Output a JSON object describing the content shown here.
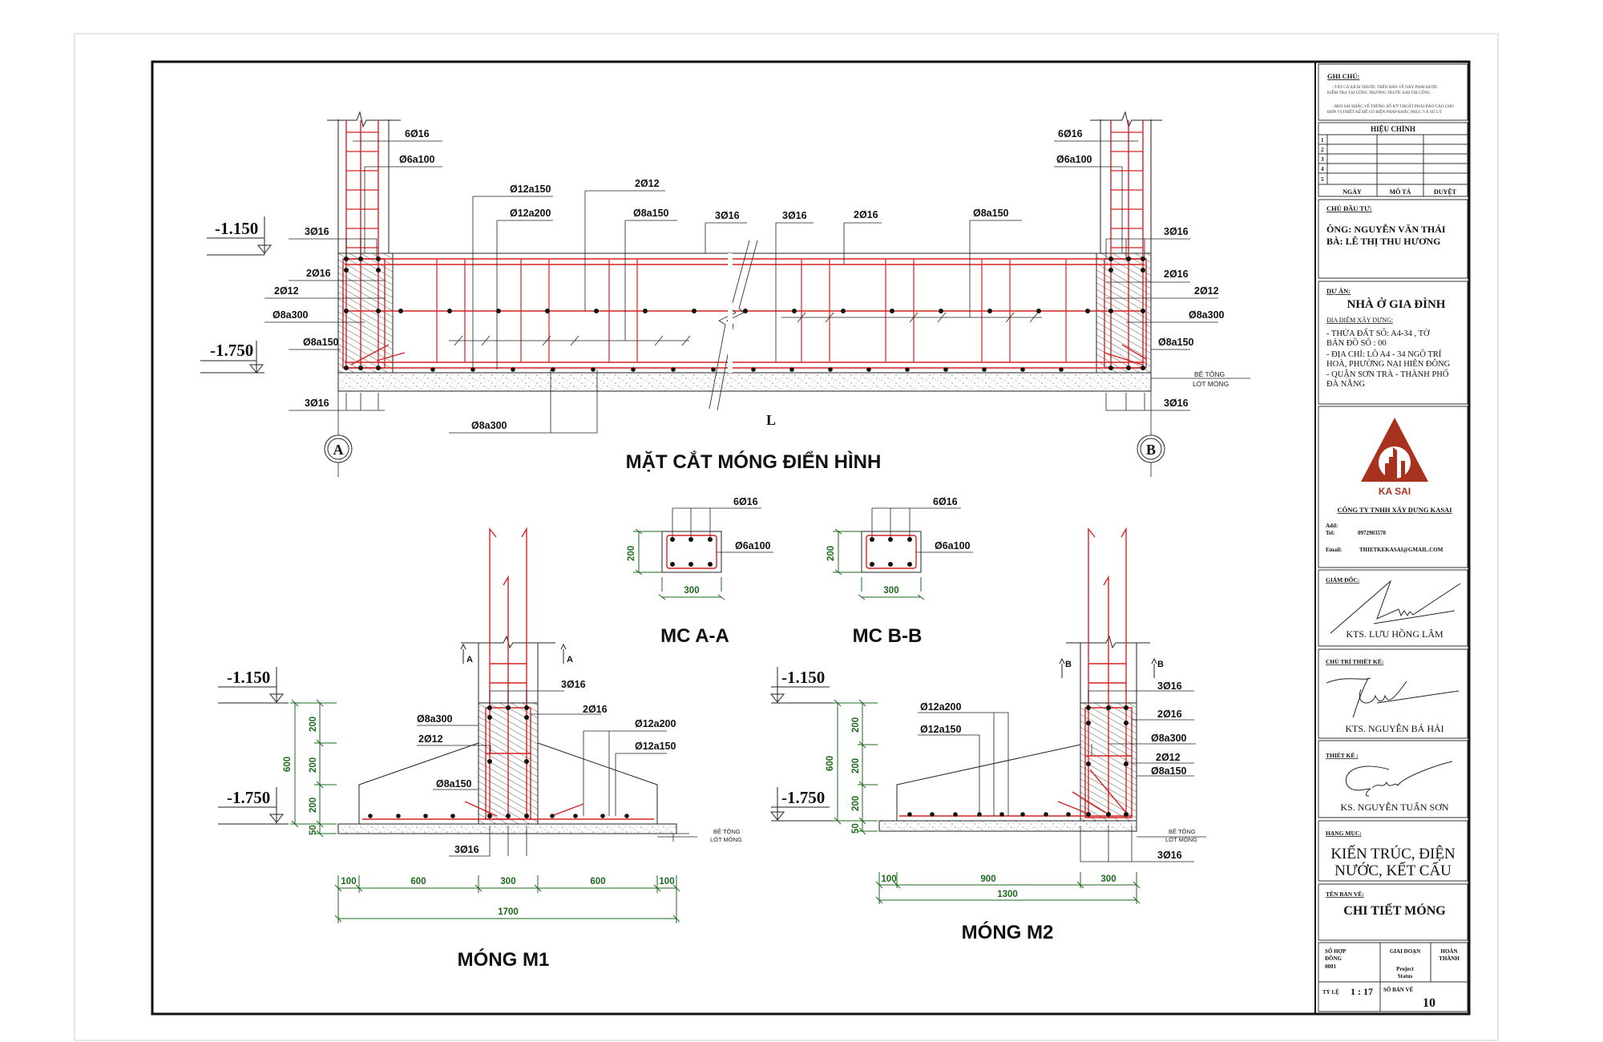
{
  "colors": {
    "rebar": "#d62222",
    "dimension": "#1b6a1b",
    "logo": "#a8321e",
    "line": "#222222"
  },
  "section_main": {
    "title": "MẶT CẮT MÓNG ĐIỂN HÌNH",
    "span_label": "L",
    "grid_a": "A",
    "grid_b": "B",
    "elev_top": "-1.150",
    "elev_bottom": "-1.750",
    "labels_left": [
      "6Ø16",
      "Ø6a100",
      "3Ø16",
      "2Ø16",
      "2Ø12",
      "Ø8a300",
      "Ø8a150",
      "3Ø16"
    ],
    "labels_beam": [
      "Ø12a150",
      "Ø12a200",
      "2Ø12",
      "Ø8a150",
      "3Ø16",
      "3Ø16",
      "2Ø16",
      "Ø8a150",
      "Ø8a300"
    ],
    "labels_right": [
      "6Ø16",
      "Ø6a100",
      "3Ø16",
      "2Ø16",
      "2Ø12",
      "Ø8a300",
      "Ø8a150",
      "3Ø16"
    ],
    "lean_concrete": [
      "BÊ TÔNG",
      "LÓT MÓNG"
    ]
  },
  "mc_aa": {
    "title": "MC A-A",
    "bars": "6Ø16",
    "stirrup": "Ø6a100",
    "height": "200",
    "width": "300"
  },
  "mc_bb": {
    "title": "MC B-B",
    "bars": "6Ø16",
    "stirrup": "Ø6a100",
    "height": "200",
    "width": "300"
  },
  "mong_m1": {
    "title": "MÓNG M1",
    "section_mark": "A",
    "elev_top": "-1.150",
    "elev_bottom": "-1.750",
    "labels": [
      "3Ø16",
      "2Ø16",
      "Ø8a300",
      "2Ø12",
      "Ø12a200",
      "Ø12a150",
      "Ø8a150",
      "3Ø16"
    ],
    "lean_concrete": [
      "BÊ TÔNG",
      "LÓT MÓNG"
    ],
    "dims_vertical": [
      "200",
      "200",
      "200",
      "50"
    ],
    "total_vertical": "600",
    "dims_horizontal": [
      "100",
      "600",
      "300",
      "600",
      "100"
    ],
    "total_horizontal": "1700"
  },
  "mong_m2": {
    "title": "MÓNG M2",
    "section_mark": "B",
    "elev_top": "-1.150",
    "elev_bottom": "-1.750",
    "labels": [
      "3Ø16",
      "2Ø16",
      "Ø8a300",
      "2Ø12",
      "Ø8a150",
      "Ø12a200",
      "Ø12a150",
      "3Ø16"
    ],
    "lean_concrete": [
      "BÊ TÔNG",
      "LÓT MÓNG"
    ],
    "dims_vertical": [
      "200",
      "200",
      "200",
      "50"
    ],
    "total_vertical": "600",
    "dims_horizontal": [
      "100",
      "900",
      "300"
    ],
    "total_horizontal": "1300"
  },
  "title_block": {
    "notes_heading": "GHI CHÚ:",
    "notes": [
      "- TẤT CẢ KÍCH THƯỚC TRÊN BẢN VẼ NÀY PHẢI ĐƯỢC",
      "KIỂM TRA TẠI CÔNG TRƯỜNG TRƯỚC KHI THI CÔNG",
      "- MỌI SAI KHÁC VỀ THÔNG SỐ KỸ THUẬT PHẢI BÁO CÁO CHO",
      "ĐƠN VỊ THIẾT KẾ ĐỂ CÓ BIỆN PHÁP KHẮC PHỤC VÀ SỬ LÝ"
    ],
    "revision_heading": "HIỆU CHỈNH",
    "revision_rows": [
      "1",
      "2",
      "3",
      "4",
      "5"
    ],
    "revision_columns": [
      "NGÀY",
      "MÔ TẢ",
      "DUYỆT"
    ],
    "owner_heading": "CHỦ ĐẦU TƯ:",
    "owners": [
      "ÔNG: NGUYỄN VĂN THÁI",
      "BÀ: LÊ THỊ THU HƯƠNG"
    ],
    "project_heading": "DỰ ÁN:",
    "project_name": "NHÀ Ở GIA ĐÌNH",
    "location_heading": "ĐỊA ĐIỂM XÂY DỰNG:",
    "location_lines": [
      "- THỬA ĐẤT SỐ: A4-34 , TỜ",
      "BẢN ĐỒ SỐ : 00",
      "- ĐỊA CHỈ: LÔ A4 - 34 NGÔ TRÍ",
      "HOÀ, PHƯỜNG NẠI HIÊN ĐÔNG",
      "- QUẬN SƠN TRÀ - THÀNH PHỐ",
      "ĐÀ NẴNG"
    ],
    "logo_text": "KA SAI",
    "company_name": "CÔNG TY TNHH XÂY DỰNG KASAI",
    "address_label": "Add:",
    "tel_label": "Tel:",
    "tel": "0972903570",
    "email_label": "Email:",
    "email": "THIETKEKASAI@GMAIL.COM",
    "director_heading": "GIÁM ĐỐC:",
    "director_name": "KTS. LƯU HỒNG LÂM",
    "lead_designer_heading": "CHỦ TRÌ THIẾT KẾ:",
    "lead_designer_name": "KTS. NGUYỄN BÁ HẢI",
    "designer_heading": "THIẾT KẾ :",
    "designer_name": "KS. NGUYỄN TUẤN SƠN",
    "category_heading": "HẠNG MỤC:",
    "category_lines": [
      "KIẾN TRÚC, ĐIỆN",
      "NƯỚC, KẾT CẤU"
    ],
    "drawing_name_heading": "TÊN BẢN VẼ:",
    "drawing_name": "CHI TIẾT MÓNG",
    "contract_label": [
      "SỐ HỢP",
      "ĐỒNG"
    ],
    "contract_no": "0001",
    "stage_label": "GIAI ĐOẠN",
    "stage_value": [
      "Project",
      "Status"
    ],
    "complete_label": [
      "HOÀN",
      "THÀNH"
    ],
    "scale_label": "TỶ LỆ",
    "scale": "1 : 17",
    "sheet_label": "SỐ BẢN VẼ",
    "sheet_no": "10"
  }
}
